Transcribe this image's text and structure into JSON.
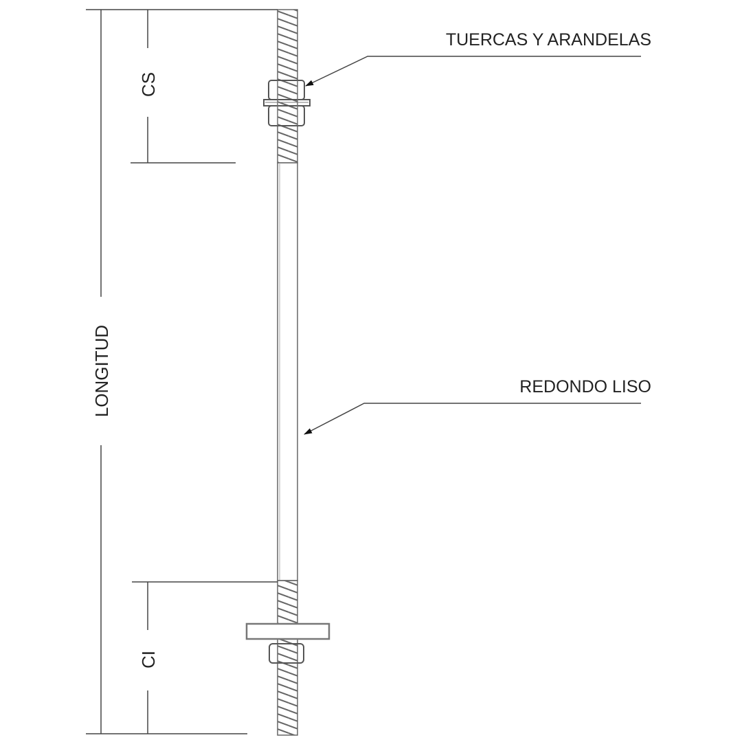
{
  "labels": {
    "nuts_washers": "TUERCAS Y ARANDELAS",
    "plain_rod": "REDONDO LISO",
    "length": "LONGITUD",
    "upper_dim": "CS",
    "lower_dim": "CI"
  }
}
